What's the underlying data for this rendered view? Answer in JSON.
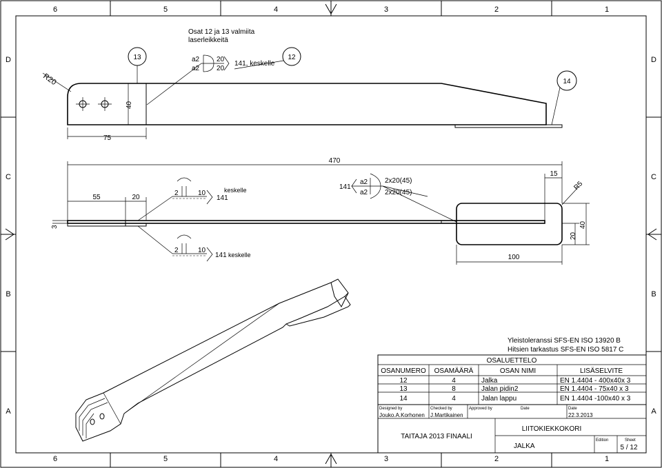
{
  "frame": {
    "cols_top": [
      "6",
      "5",
      "4",
      "3",
      "2",
      "1"
    ],
    "cols_bottom": [
      "6",
      "5",
      "4",
      "3",
      "2",
      "1"
    ],
    "rows_left": [
      "D",
      "C",
      "B",
      "A"
    ],
    "rows_right": [
      "D",
      "C",
      "B",
      "A"
    ]
  },
  "top_view": {
    "note_line1": "Osat 12 ja 13 valmiita",
    "note_line2": "laserleikkeitä",
    "balloon_13": "13",
    "balloon_12": "12",
    "balloon_14": "14",
    "radius": "R20",
    "weld_a_top": "a2",
    "weld_a_bottom": "a2",
    "weld_len_top": "20",
    "weld_len_bottom": "20",
    "weld_process": "141, keskelle",
    "dim_height": "40",
    "dim_width": "75"
  },
  "front_view": {
    "dim_total": "470",
    "dim_55": "55",
    "dim_20": "20",
    "dim_3": "3",
    "dim_15": "15",
    "radius": "R5",
    "dim_20v": "20",
    "dim_40v": "40",
    "dim_100": "100",
    "weld_top_size": "2",
    "weld_top_len": "10",
    "weld_top_process": "141",
    "weld_top_note": "keskelle",
    "weld_bottom_size": "2",
    "weld_bottom_len": "10",
    "weld_bottom_process": "141",
    "weld_bottom_note": "keskelle",
    "weld_mid_process": "141",
    "weld_mid_a_top": "a2",
    "weld_mid_a_bottom": "a2",
    "weld_mid_spec_top": "2x20(45)",
    "weld_mid_spec_bottom": "2x20(45)"
  },
  "notes": {
    "tolerance": "Yleistoleranssi SFS-EN ISO 13920 B",
    "weld_inspection": "Hitsien tarkastus SFS-EN ISO 5817 C"
  },
  "parts_list": {
    "title": "OSALUETTELO",
    "headers": [
      "OSANUMERO",
      "OSAMÄÄRÄ",
      "OSAN NIMI",
      "LISÄSELVITE"
    ],
    "rows": [
      [
        "12",
        "4",
        "Jalka",
        "EN 1.4404 - 400x40x 3"
      ],
      [
        "13",
        "8",
        "Jalan pidin2",
        "EN 1.4404 - 75x40 x 3"
      ],
      [
        "14",
        "4",
        "Jalan lappu",
        "EN 1.4404 -100x40 x 3"
      ]
    ]
  },
  "title_block": {
    "designed_by_label": "Designed by",
    "checked_by_label": "Checked by",
    "approved_by_label": "Approved by",
    "date_label_1": "Date",
    "date_label_2": "Date",
    "designer": "Jouko.A.Korhonen",
    "checker": "J.Martikainen",
    "date": "22.3.2013",
    "event": "TAITAJA 2013 FINAALI",
    "assembly": "LIITOKIEKKOKORI",
    "part": "JALKA",
    "edition_label": "Edition",
    "sheet_label": "Sheet",
    "sheet": "5 / 12"
  }
}
